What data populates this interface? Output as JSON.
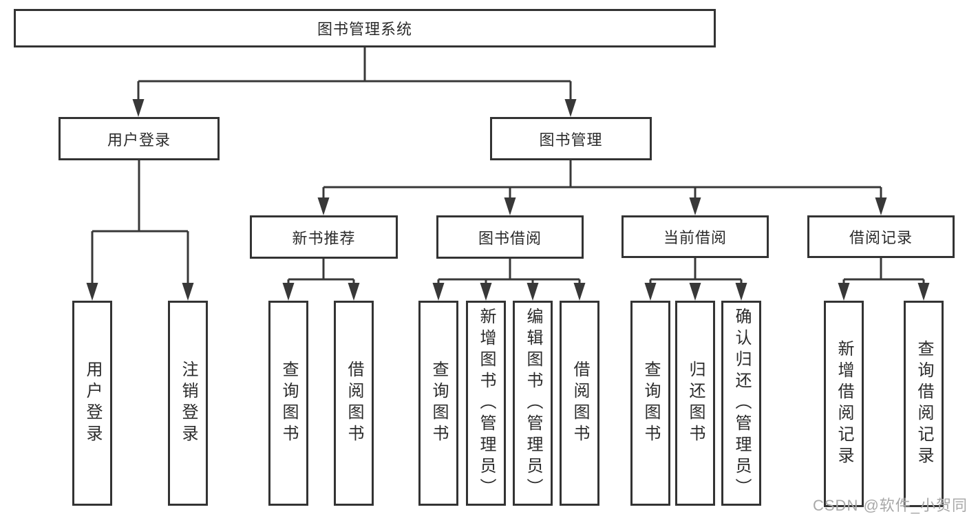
{
  "title": "图书管理系统",
  "tree": {
    "root": "图书管理系统",
    "level2": [
      {
        "label": "用户登录",
        "children": [
          "用户登录",
          "注销登录"
        ]
      },
      {
        "label": "图书管理"
      }
    ],
    "level3": [
      {
        "label": "新书推荐",
        "children": [
          "查询图书",
          "借阅图书"
        ]
      },
      {
        "label": "图书借阅",
        "children": [
          "查询图书",
          "新增图书（管理员）",
          "编辑图书（管理员）",
          "借阅图书"
        ]
      },
      {
        "label": "当前借阅",
        "children": [
          "查询图书",
          "归还图书",
          "确认归还（管理员）"
        ]
      },
      {
        "label": "借阅记录",
        "children": [
          "新增借阅记录",
          "查询借阅记录"
        ]
      }
    ]
  },
  "watermark": "CSDN @软件_小贺同学",
  "colors": {
    "line": "#383838",
    "box_border": "#333333",
    "text": "#2b2b2b",
    "watermark": "#a8a8a8",
    "background": "#ffffff"
  }
}
